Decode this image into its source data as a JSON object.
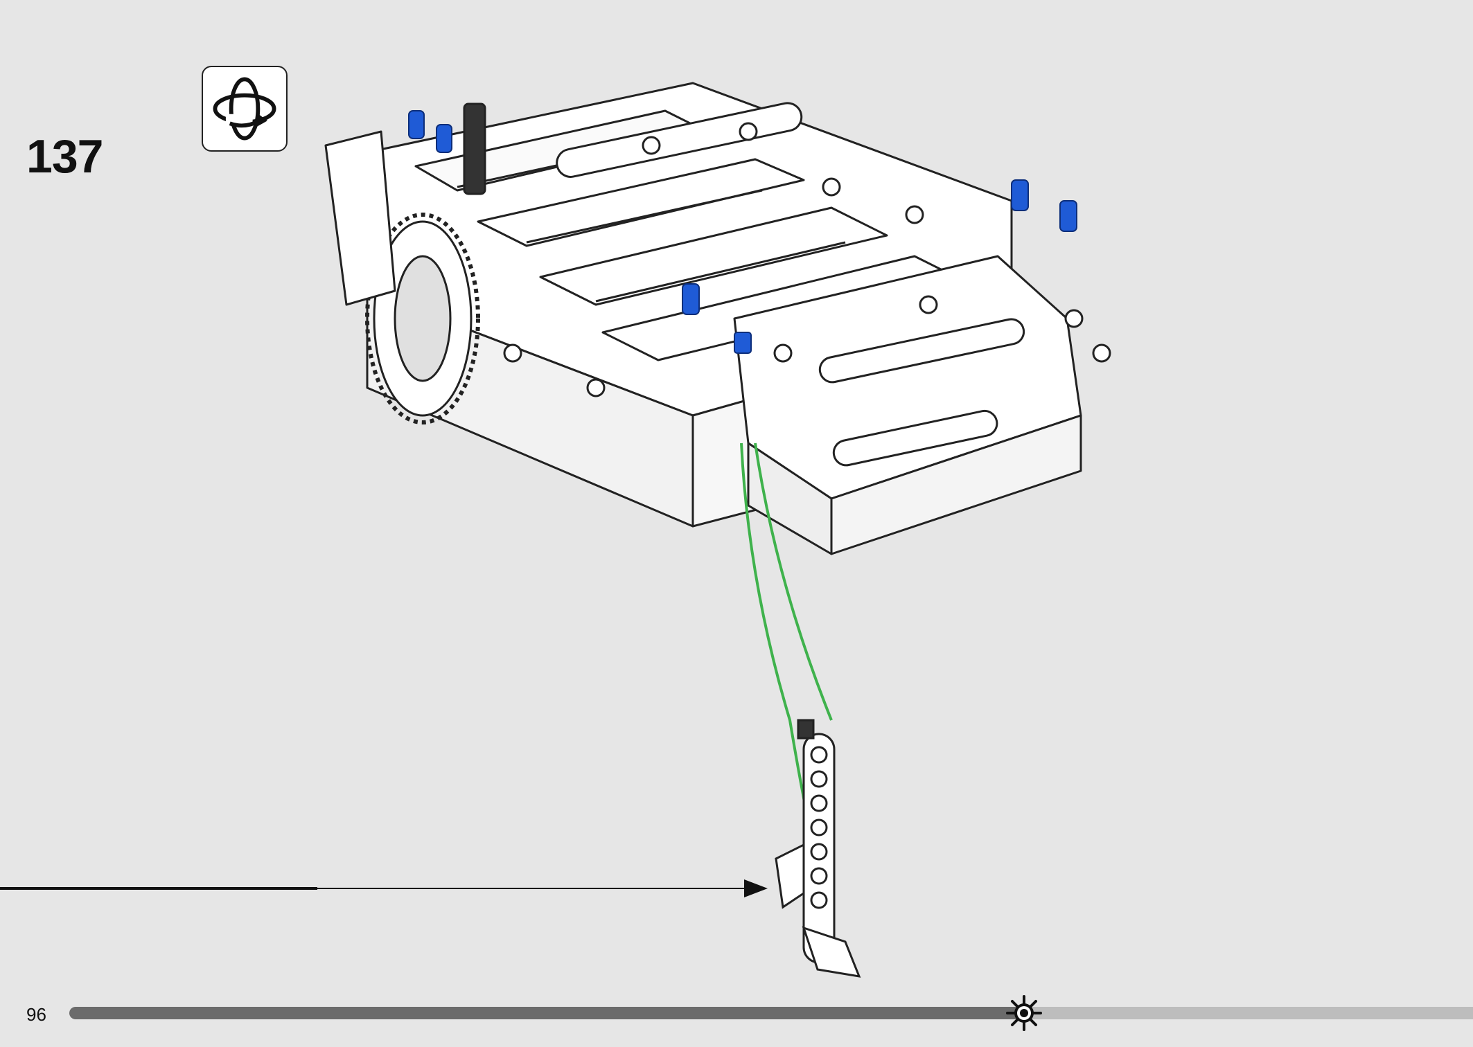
{
  "step": {
    "number": "137"
  },
  "icons": {
    "rotate": "rotate-model-icon",
    "progress_marker": "gear-icon"
  },
  "page": {
    "number": "96"
  },
  "progress": {
    "fraction": 0.68
  },
  "colors": {
    "background": "#e6e6e6",
    "part_white": "#ffffff",
    "part_blue": "#1f5bd6",
    "part_dark": "#444444",
    "cable_green": "#3fb24c",
    "progress_fill": "#6b6b6b",
    "progress_track": "#bdbdbd"
  }
}
